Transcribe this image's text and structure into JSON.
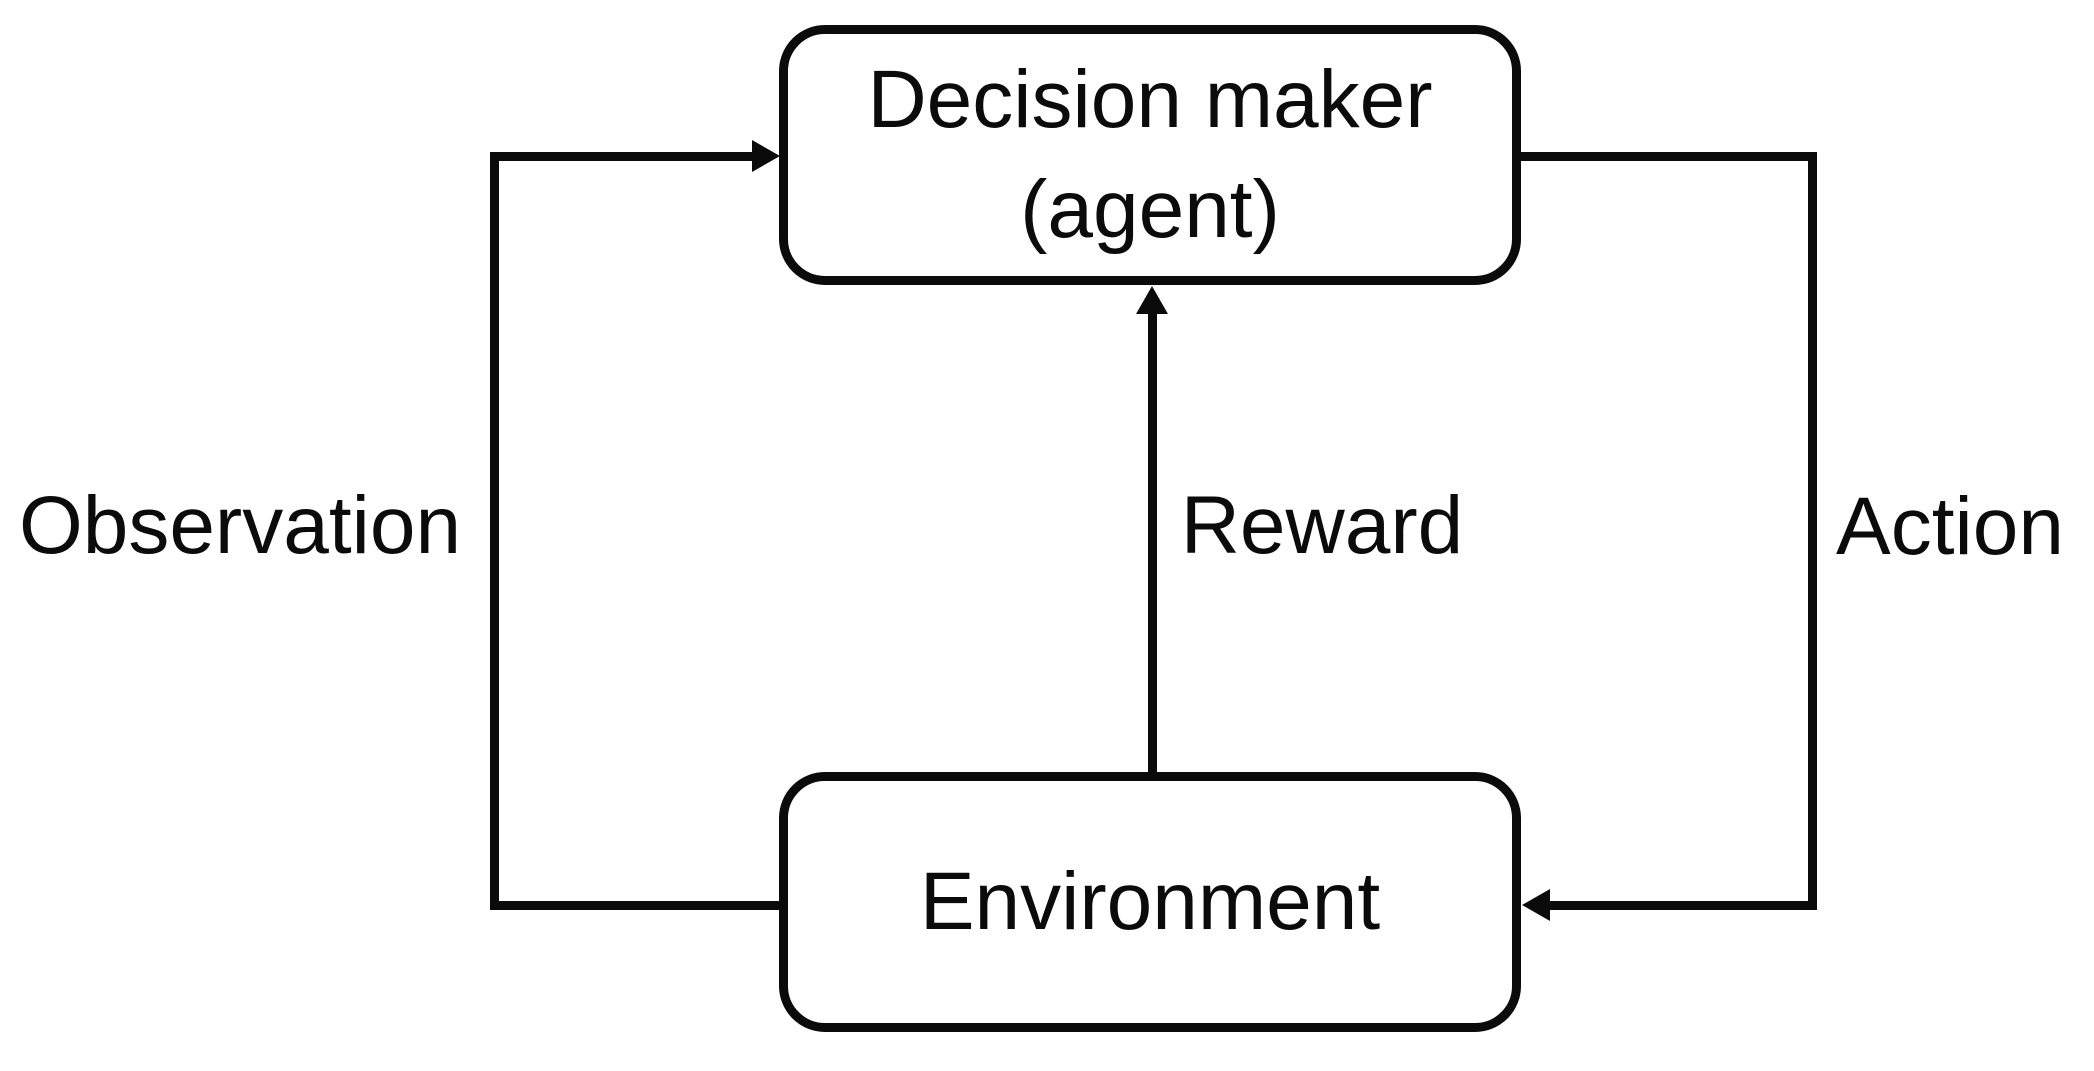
{
  "diagram": {
    "type": "flow-loop",
    "nodes": {
      "agent": {
        "label_line1": "Decision maker",
        "label_line2": "(agent)"
      },
      "environment": {
        "label": "Environment"
      }
    },
    "edges": {
      "observation": {
        "label": "Observation",
        "from": "environment",
        "to": "agent",
        "side": "left",
        "arrow_direction": "right-into-agent"
      },
      "reward": {
        "label": "Reward",
        "from": "environment",
        "to": "agent",
        "side": "middle",
        "arrow_direction": "up-into-agent"
      },
      "action": {
        "label": "Action",
        "from": "agent",
        "to": "environment",
        "side": "right",
        "arrow_direction": "left-into-environment"
      }
    },
    "colors": {
      "stroke": "#0b0b0b",
      "background": "#ffffff",
      "node_fill": "#ffffff"
    }
  }
}
